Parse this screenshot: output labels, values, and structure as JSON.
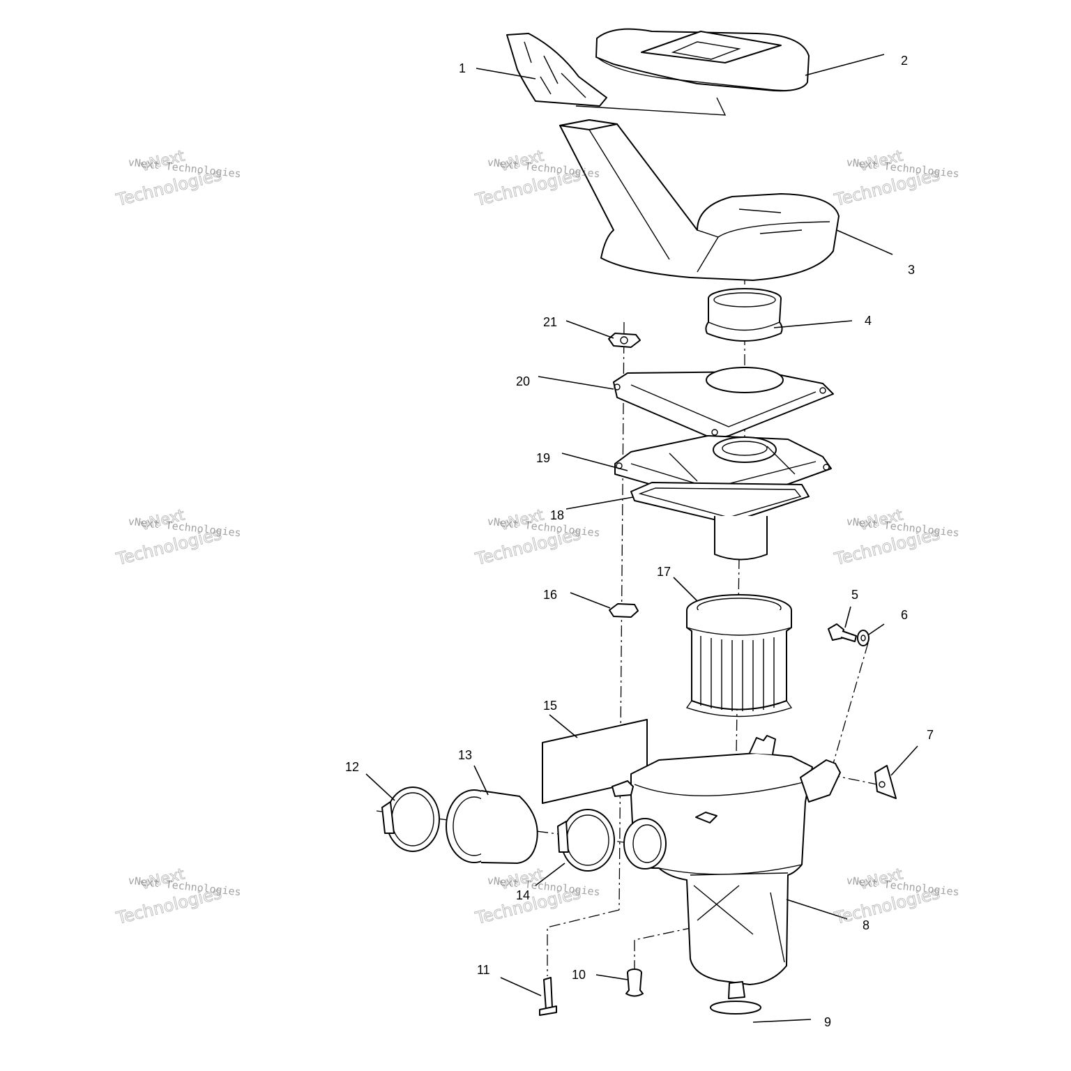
{
  "callouts": [
    "1",
    "2",
    "3",
    "4",
    "5",
    "6",
    "7",
    "8",
    "9",
    "10",
    "11",
    "12",
    "13",
    "14",
    "15",
    "16",
    "17",
    "18",
    "19",
    "20",
    "21"
  ],
  "watermark": {
    "line_small": "vNext Technologies",
    "line_top": "vNext",
    "line_big": "Technologies"
  },
  "colors": {
    "ink": "#000000",
    "paper": "#ffffff",
    "watermark": "#8a8a8a"
  }
}
